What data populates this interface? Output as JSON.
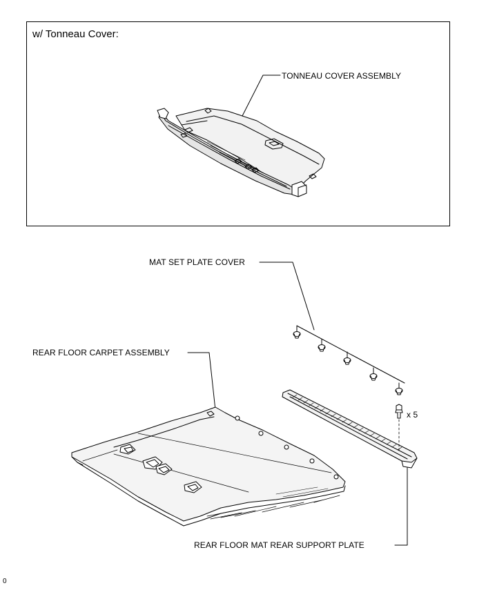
{
  "frame": {
    "title": "w/ Tonneau Cover:"
  },
  "labels": {
    "tonneau_cover": "TONNEAU COVER ASSEMBLY",
    "mat_set_plate_cover": "MAT SET PLATE COVER",
    "rear_floor_carpet": "REAR FLOOR CARPET ASSEMBLY",
    "fastener_qty": "x 5",
    "rear_support_plate": "REAR FLOOR MAT REAR SUPPORT PLATE"
  },
  "figure_ref": "0",
  "parts": [
    {
      "name": "tonneau-cover-assembly",
      "icon": "tonneau-cover-illustration"
    },
    {
      "name": "mat-set-plate-cover",
      "icon": "clip-row-illustration"
    },
    {
      "name": "rear-floor-carpet-assembly",
      "icon": "carpet-illustration"
    },
    {
      "name": "rear-floor-mat-rear-support-plate",
      "icon": "support-plate-illustration"
    },
    {
      "name": "clip-fastener",
      "icon": "clip-icon"
    }
  ]
}
